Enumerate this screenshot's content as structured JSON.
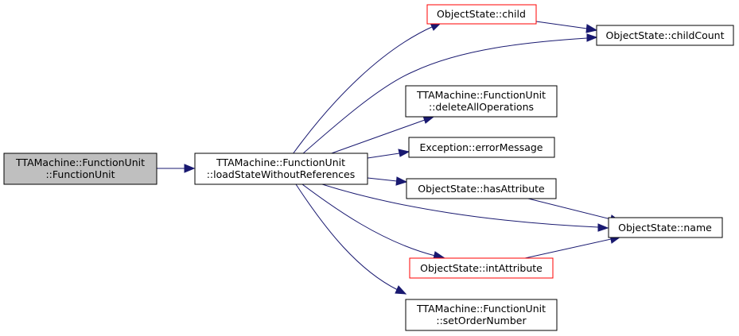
{
  "diagram": {
    "colors": {
      "edge": "#191970",
      "root_fill": "#bfbfbf",
      "node_fill": "#ffffff",
      "node_border": "#000000",
      "highlight_border": "#ff0000"
    },
    "nodes": {
      "function_unit": {
        "lines": [
          "TTAMachine::FunctionUnit",
          "::FunctionUnit"
        ]
      },
      "load_state": {
        "lines": [
          "TTAMachine::FunctionUnit",
          "::loadStateWithoutReferences"
        ]
      },
      "child": {
        "lines": [
          "ObjectState::child"
        ]
      },
      "child_count": {
        "lines": [
          "ObjectState::childCount"
        ]
      },
      "delete_all_ops": {
        "lines": [
          "TTAMachine::FunctionUnit",
          "::deleteAllOperations"
        ]
      },
      "error_message": {
        "lines": [
          "Exception::errorMessage"
        ]
      },
      "has_attribute": {
        "lines": [
          "ObjectState::hasAttribute"
        ]
      },
      "name": {
        "lines": [
          "ObjectState::name"
        ]
      },
      "int_attribute": {
        "lines": [
          "ObjectState::intAttribute"
        ]
      },
      "set_order_number": {
        "lines": [
          "TTAMachine::FunctionUnit",
          "::setOrderNumber"
        ]
      }
    },
    "edges": [
      {
        "from": "function_unit",
        "to": "load_state"
      },
      {
        "from": "load_state",
        "to": "child"
      },
      {
        "from": "load_state",
        "to": "child_count"
      },
      {
        "from": "load_state",
        "to": "delete_all_ops"
      },
      {
        "from": "load_state",
        "to": "error_message"
      },
      {
        "from": "load_state",
        "to": "has_attribute"
      },
      {
        "from": "load_state",
        "to": "name"
      },
      {
        "from": "load_state",
        "to": "int_attribute"
      },
      {
        "from": "load_state",
        "to": "set_order_number"
      },
      {
        "from": "child",
        "to": "child_count"
      },
      {
        "from": "has_attribute",
        "to": "name"
      },
      {
        "from": "int_attribute",
        "to": "name"
      }
    ]
  }
}
